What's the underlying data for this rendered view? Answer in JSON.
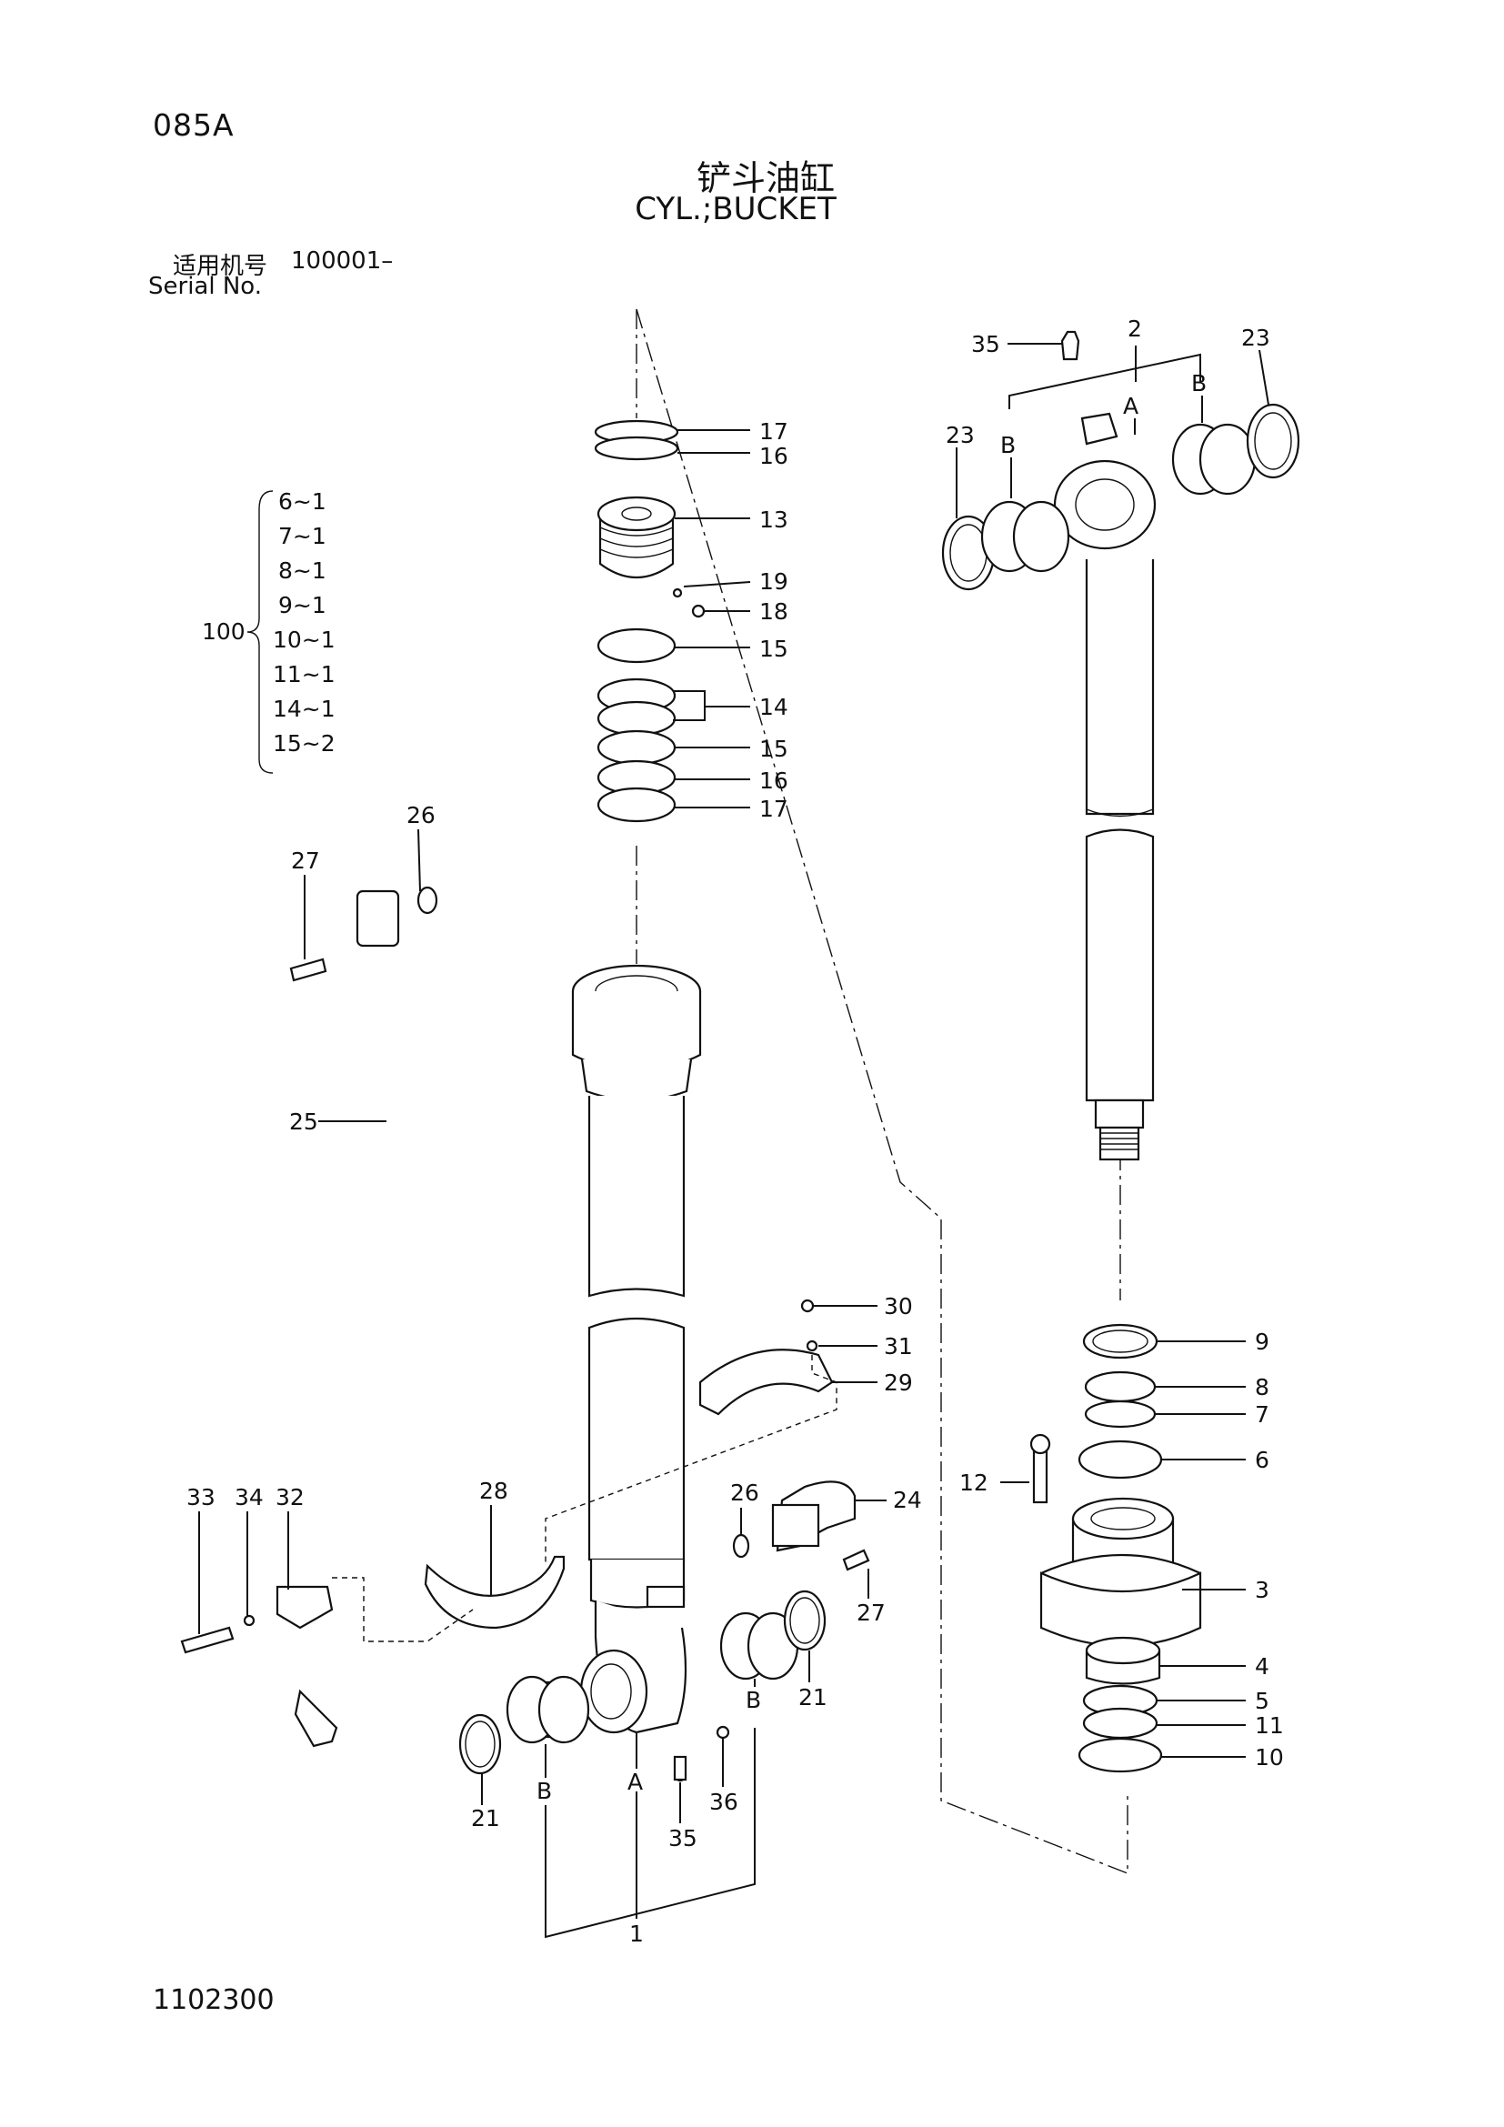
{
  "page_code": "085A",
  "title_cn": "铲斗油缸",
  "title_en": "CYL.;BUCKET",
  "serial": {
    "label_cn": "适用机号",
    "range": "100001–",
    "label_en": "Serial No."
  },
  "footer_code": "1102300",
  "kit": {
    "number": "100",
    "entries": [
      "6~1",
      "7~1",
      "8~1",
      "9~1",
      "10~1",
      "11~1",
      "14~1",
      "15~2"
    ]
  },
  "callouts": {
    "c1": "1",
    "c2": "2",
    "c3": "3",
    "c4": "4",
    "c5": "5",
    "c6": "6",
    "c7": "7",
    "c8": "8",
    "c9": "9",
    "c10": "10",
    "c11": "11",
    "c12": "12",
    "c13": "13",
    "c14": "14",
    "c15a": "15",
    "c15b": "15",
    "c16a": "16",
    "c16b": "16",
    "c17a": "17",
    "c17b": "17",
    "c18": "18",
    "c19": "19",
    "c21a": "21",
    "c21b": "21",
    "c23a": "23",
    "c23b": "23",
    "c24": "24",
    "c25": "25",
    "c26a": "26",
    "c26b": "26",
    "c27a": "27",
    "c27b": "27",
    "c28": "28",
    "c29": "29",
    "c30": "30",
    "c31": "31",
    "c32": "32",
    "c33": "33",
    "c34": "34",
    "c35a": "35",
    "c35b": "35",
    "c36": "36",
    "A1": "A",
    "A2": "A",
    "B1": "B",
    "B2": "B",
    "B3": "B",
    "B4": "B"
  }
}
